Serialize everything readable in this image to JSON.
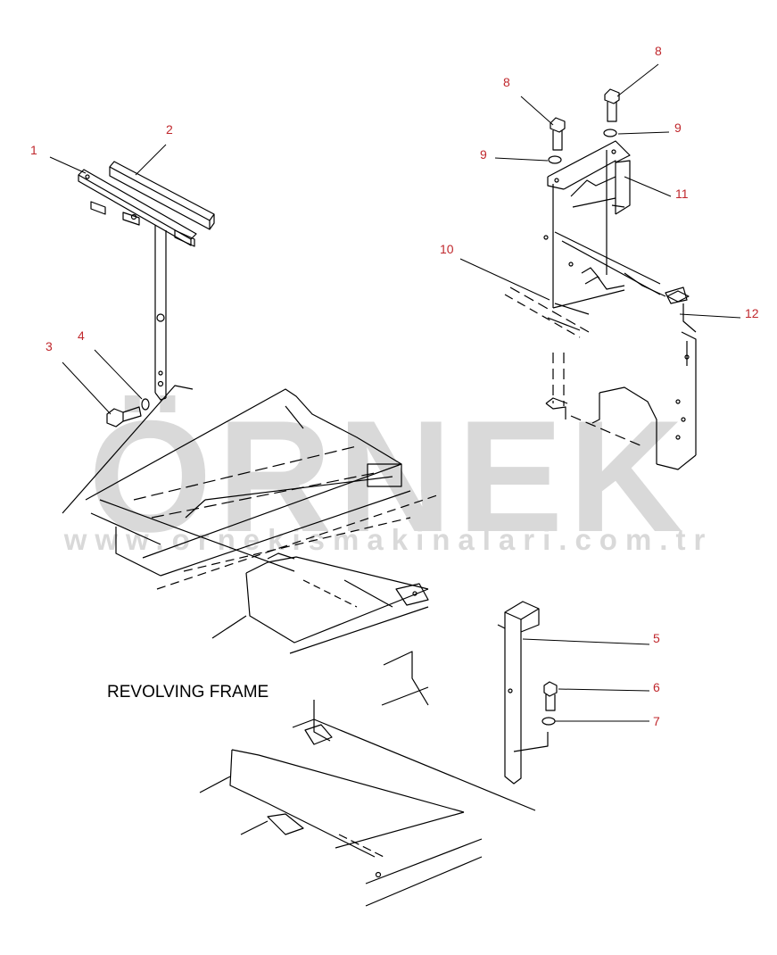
{
  "watermark": {
    "brand": "ÖRNEK",
    "url": "www.ornekismakinalari.com.tr"
  },
  "frame_label": "REVOLVING FRAME",
  "colors": {
    "callout": "#c0282d",
    "line": "#000000",
    "watermark": "#d9d9d9",
    "watermark_accent": "#f2e4a6"
  },
  "callouts": [
    {
      "id": "c1",
      "label": "1"
    },
    {
      "id": "c2",
      "label": "2"
    },
    {
      "id": "c3",
      "label": "3"
    },
    {
      "id": "c4",
      "label": "4"
    },
    {
      "id": "c5",
      "label": "5"
    },
    {
      "id": "c6",
      "label": "6"
    },
    {
      "id": "c7",
      "label": "7"
    },
    {
      "id": "c8a",
      "label": "8"
    },
    {
      "id": "c8b",
      "label": "8"
    },
    {
      "id": "c9a",
      "label": "9"
    },
    {
      "id": "c9b",
      "label": "9"
    },
    {
      "id": "c10",
      "label": "10"
    },
    {
      "id": "c11",
      "label": "11"
    },
    {
      "id": "c12",
      "label": "12"
    }
  ]
}
